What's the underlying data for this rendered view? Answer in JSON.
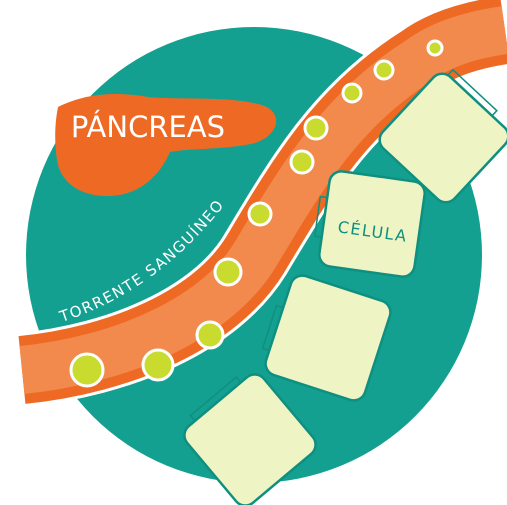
{
  "labels": {
    "pancreas": "PÁNCREAS",
    "bloodstream": "TORRENTE SANGUÍNEO",
    "cell": "CÉLULA"
  },
  "colors": {
    "background_circle": "#14A090",
    "vessel_outer": "#EE6A24",
    "vessel_inner": "#F28A4E",
    "vessel_outline": "#FFFFFF",
    "pancreas": "#EE6A24",
    "pancreas_text": "#FFFFFF",
    "cell_fill": "#EEF4C3",
    "cell_stroke": "#0F8F80",
    "cell_text": "#0F8F80",
    "particle_fill": "#C9DB2E",
    "particle_stroke": "#FFFFFF",
    "bloodstream_text": "#FFFFFF"
  }
}
